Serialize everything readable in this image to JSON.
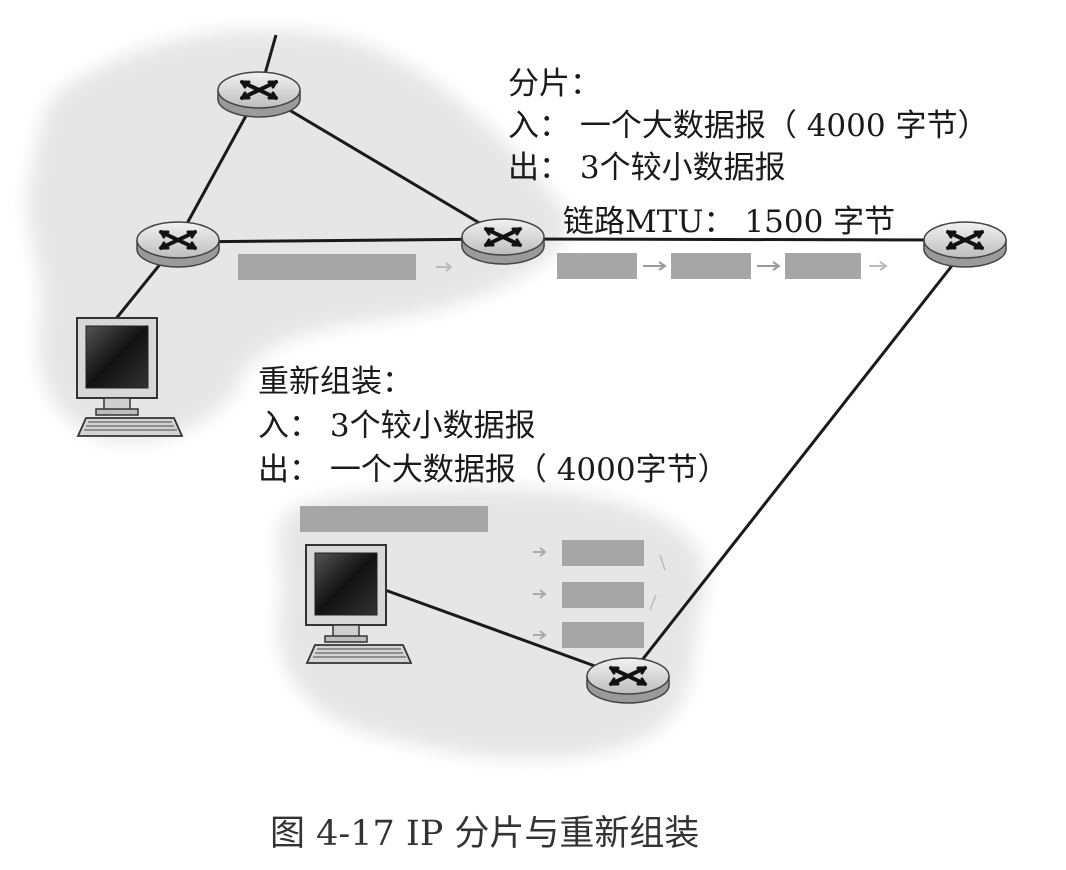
{
  "labels": {
    "fragmentation": {
      "title": "分片：",
      "in": "入：  一个大数据报（ 4000 字节）",
      "out": "出：  3个较小数据报"
    },
    "link_mtu": "链路MTU：  1500 字节",
    "reassembly": {
      "title": "重新组装：",
      "in": "入：  3个较小数据报",
      "out": "出：  一个大数据报（ 4000字节）"
    },
    "caption": "图 4-17    IP 分片与重新组装"
  },
  "icons": [
    "router-icon",
    "computer-icon",
    "datagram-block",
    "arrow-icon"
  ],
  "colors": {
    "cloud": "#e9e9e9",
    "router_body": "#c9c9c9",
    "datagram": "#a6a6a6",
    "link": "#1a1a1a"
  }
}
